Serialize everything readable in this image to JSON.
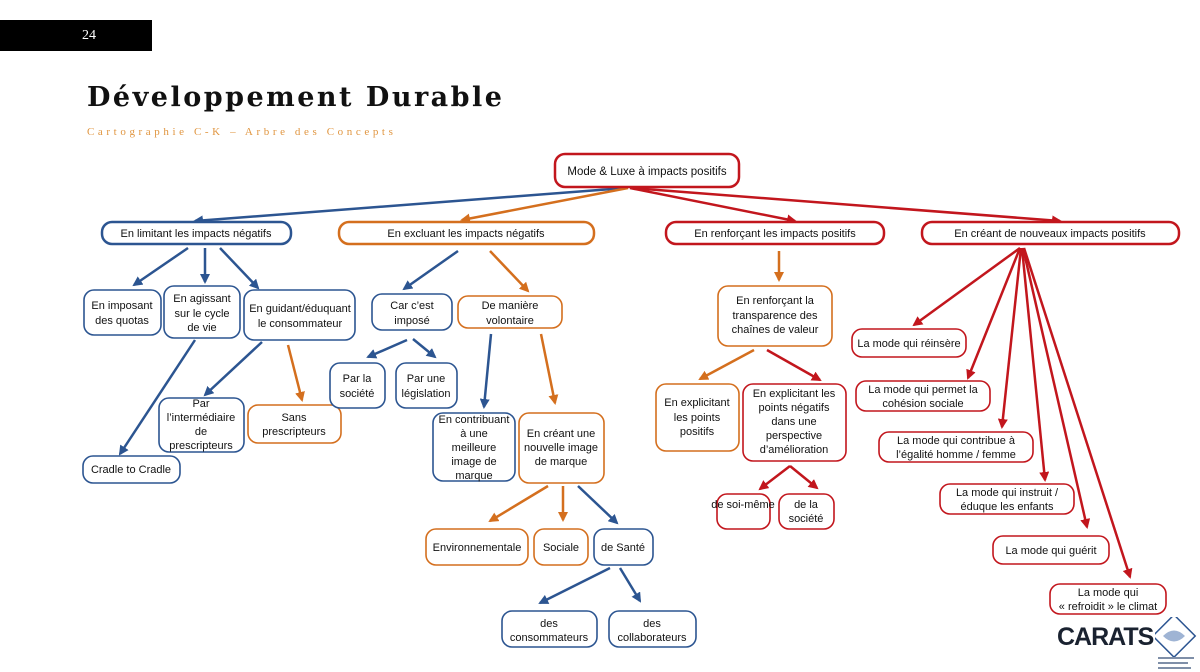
{
  "header": {
    "page_number": "24",
    "title": "Développement Durable",
    "subtitle": "Cartographie C-K – Arbre des Concepts"
  },
  "colors": {
    "blue": "#2c5591",
    "orange": "#d46f1e",
    "red": "#c2161d",
    "red_dark": "#9e1419"
  },
  "diagram": {
    "nodes": {
      "root": "Mode & Luxe à impacts positifs",
      "limitant": "En limitant les impacts négatifs",
      "excluant": "En excluant les impacts négatifs",
      "renforcant": "En renforçant les impacts positifs",
      "creant": "En créant de nouveaux impacts positifs",
      "quotas": "En imposant des quotas",
      "cycle": "En agissant sur le cycle de vie",
      "guidant": "En guidant/éduquant le consommateur",
      "cradle": "Cradle to Cradle",
      "intermediaire": "Par l’intermédiaire de prescripteurs",
      "sans_prescripteurs": "Sans prescripteurs",
      "impose": "Car c’est imposé",
      "volontaire": "De manière volontaire",
      "par_societe": "Par la société",
      "par_legislation": "Par une législation",
      "contribuant": "En contribuant à une meilleure image de marque",
      "nouvelle_image": "En créant une nouvelle image de marque",
      "environnementale": "Environnementale",
      "sociale": "Sociale",
      "sante": "de Santé",
      "consommateurs": "des consommateurs",
      "collaborateurs": "des collaborateurs",
      "transparence": "En renforçant la transparence des chaînes de valeur",
      "points_positifs": "En explicitant les points positifs",
      "points_negatifs": "En explicitant les points négatifs dans une perspective d’amélioration",
      "soi_meme": "de soi-même",
      "de_la_societe": "de la société",
      "reinsere": "La mode qui réinsère",
      "cohesion": "La mode qui permet la cohésion sociale",
      "egalite": "La mode qui contribue à l’égalité homme / femme",
      "instruit": "La mode qui instruit / éduque les enfants",
      "guerit": "La mode qui guérit",
      "refroidit": "La mode qui « refroidit » le climat"
    }
  },
  "footer": {
    "logo": "CARATS"
  }
}
